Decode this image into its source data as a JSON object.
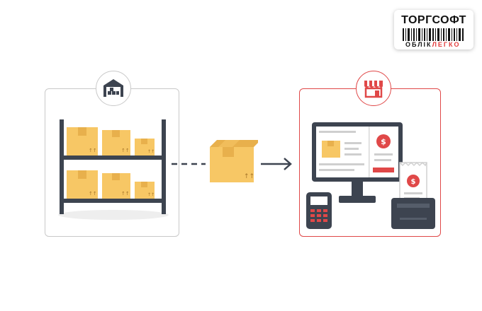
{
  "logo": {
    "title": "ТОРГСОФТ",
    "subtitle_part1": "ОБЛІК",
    "subtitle_part2": "ЛЕГКО"
  },
  "icons": {
    "warehouse": "warehouse-icon",
    "store": "store-icon",
    "box": "box-icon",
    "arrow": "arrow-right-icon",
    "pos_monitor": "pos-monitor-icon",
    "card_terminal": "card-terminal-icon",
    "receipt_printer": "receipt-printer-icon",
    "dollar": "dollar-icon"
  },
  "colors": {
    "accent": "#e04848",
    "box": "#f7c765",
    "box_dark": "#e8b04c",
    "shelf": "#3d4450"
  }
}
